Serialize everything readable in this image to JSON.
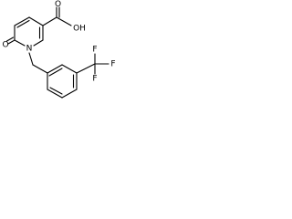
{
  "molecule": {
    "atoms": {
      "carbonyl_oxygen": "O",
      "ring_nitrogen": "N",
      "acid_hydroxyl": "OH",
      "acid_oxygen": "O",
      "fluorine_1": "F",
      "fluorine_2": "F",
      "fluorine_3": "F"
    }
  },
  "colors": {
    "bond": "#000000",
    "label": "#000000",
    "background": "#ffffff"
  }
}
